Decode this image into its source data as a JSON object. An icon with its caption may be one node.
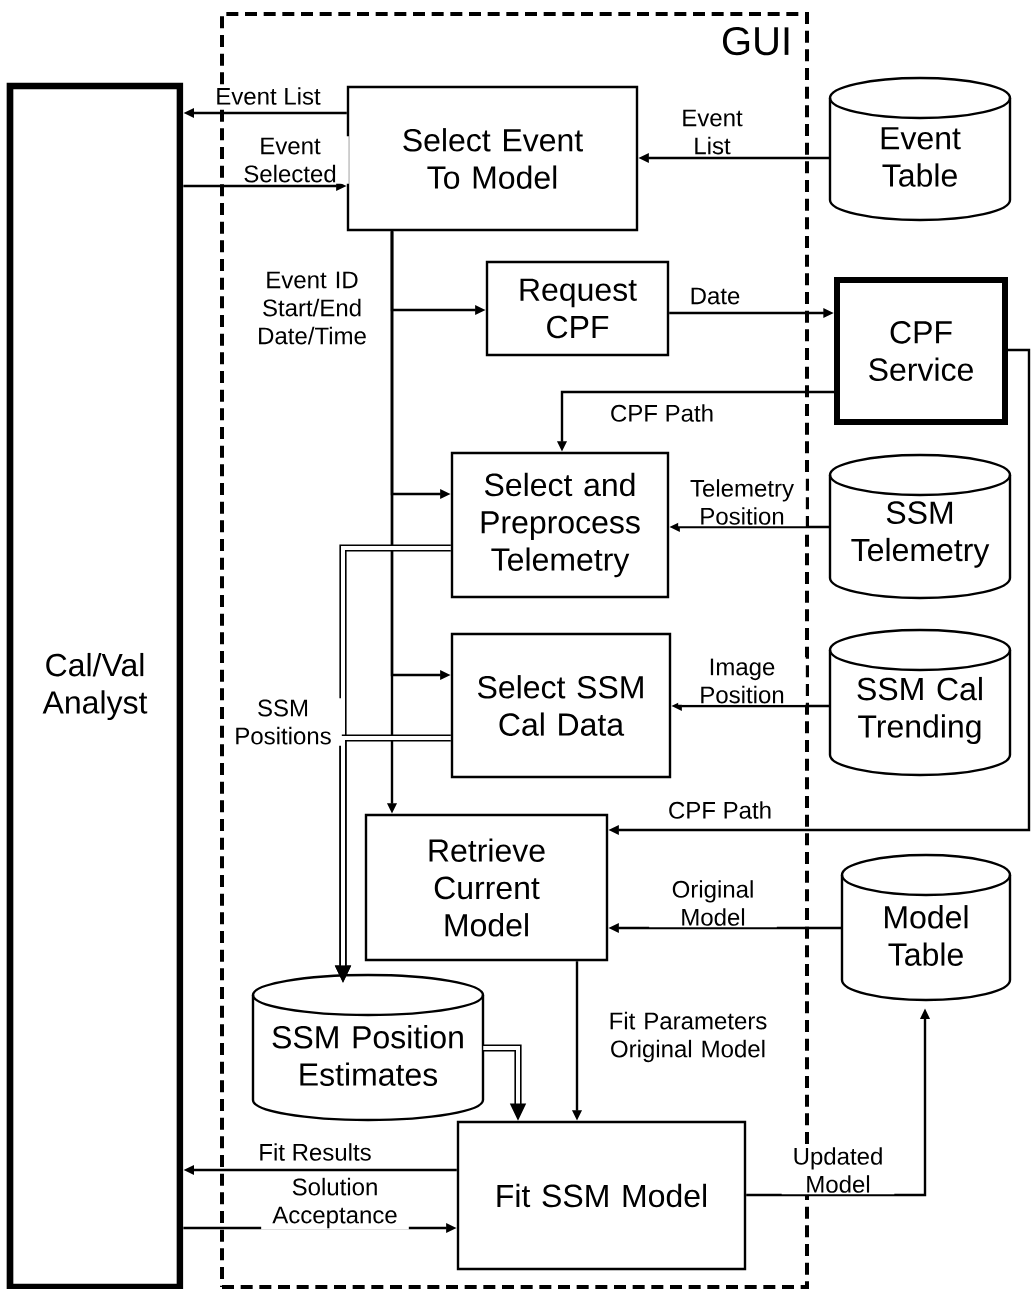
{
  "diagram": {
    "nodes": [
      {
        "text": [
          "GUI"
        ]
      },
      {
        "text": [
          "Cal/Val Analyst"
        ]
      },
      {
        "text": [
          "Select Event To Model"
        ],
        "in": 0
      },
      {
        "text": [
          "Event Table"
        ]
      },
      {
        "text": [
          "Request CPF"
        ],
        "in": 0
      },
      {
        "text": [
          "CPF Service"
        ]
      },
      {
        "text": [
          "Select and Preprocess Telemetry"
        ],
        "in": 0
      },
      {
        "text": [
          "SSM Telemetry"
        ]
      },
      {
        "text": [
          "Select SSM Cal Data"
        ],
        "in": 0
      },
      {
        "text": [
          "SSM Cal Trending"
        ]
      },
      {
        "text": [
          "Retrieve Current Model"
        ],
        "in": 0
      },
      {
        "text": [
          "Model Table"
        ]
      },
      {
        "text": [
          "SSM Position Estimates"
        ],
        "in": 0
      },
      {
        "text": [
          "Fit SSM Model"
        ],
        "in": 0
      }
    ],
    "edges": [
      {
        "from": 2,
        "to": 1,
        "arrow": "to",
        "label": "Event List"
      },
      {
        "from": 1,
        "to": 2,
        "arrow": "to",
        "label": "Event Selected"
      },
      {
        "from": 3,
        "to": 2,
        "arrow": "to",
        "label": "Event List"
      },
      {
        "from": 2,
        "to": 4,
        "arrow": "to",
        "label": "Event ID Start/End Date/Time"
      },
      {
        "from": 2,
        "to": 6,
        "arrow": "to"
      },
      {
        "from": 2,
        "to": 8,
        "arrow": "to"
      },
      {
        "from": 2,
        "to": 10,
        "arrow": "to"
      },
      {
        "from": 4,
        "to": 5,
        "arrow": "to",
        "label": "Date"
      },
      {
        "from": 5,
        "to": 6,
        "arrow": "to",
        "label": "CPF Path"
      },
      {
        "from": 5,
        "to": 10,
        "arrow": "to",
        "label": "CPF Path"
      },
      {
        "from": 7,
        "to": 6,
        "arrow": "to",
        "label": "Telemetry Position"
      },
      {
        "from": 9,
        "to": 8,
        "arrow": "to",
        "label": "Image Position"
      },
      {
        "from": 11,
        "to": 10,
        "arrow": "to",
        "label": "Original Model"
      },
      {
        "from": 6,
        "to": 12,
        "arrow": "to",
        "style": "thick"
      },
      {
        "from": 8,
        "to": 12,
        "arrow": "to",
        "style": "thick",
        "label": "SSM Positions"
      },
      {
        "from": 12,
        "to": 13,
        "arrow": "to",
        "style": "thick"
      },
      {
        "from": 10,
        "to": 13,
        "arrow": "to",
        "label": "Fit Parameters Original Model"
      },
      {
        "from": 13,
        "to": 1,
        "arrow": "to",
        "label": "Fit Results"
      },
      {
        "from": 1,
        "to": 13,
        "arrow": "to",
        "label": "Solution Acceptance"
      },
      {
        "from": 13,
        "to": 11,
        "arrow": "to",
        "label": "Updated Model"
      }
    ]
  }
}
